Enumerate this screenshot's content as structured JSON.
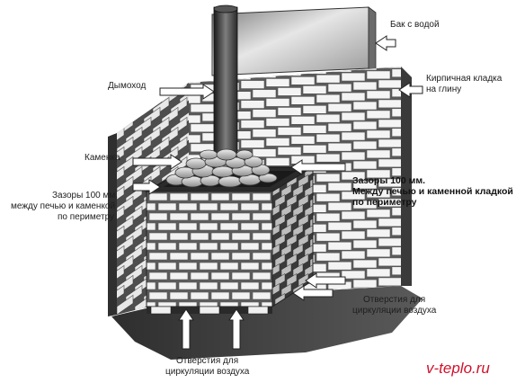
{
  "labels": {
    "tank": "Бак с водой",
    "masonry_line1": "Кирпичная кладка",
    "masonry_line2": "на глину",
    "chimney": "Дымоход",
    "stones": "Каменка",
    "gap_left_line1": "Зазоры 100 мм.",
    "gap_left_line2": "между печью и каменкой",
    "gap_left_line3": "по периметру",
    "gap_right_line1": "Зазоры 100 мм.",
    "gap_right_line2": "Между печью и каменной кладкой",
    "gap_right_line3": "по периметру",
    "vents_right_line1": "Отверстия для",
    "vents_right_line2": "циркуляции воздуха",
    "vents_bottom_line1": "Отверстия для",
    "vents_bottom_line2": "циркуляции воздуха"
  },
  "watermark": "v-teplo.ru",
  "colors": {
    "brick_face": "#f2f2f2",
    "mortar": "#6a6a6a",
    "wall_shadow": "#4a4a4a",
    "floor": "#3c3c3c",
    "watermark": "#d0122a"
  }
}
